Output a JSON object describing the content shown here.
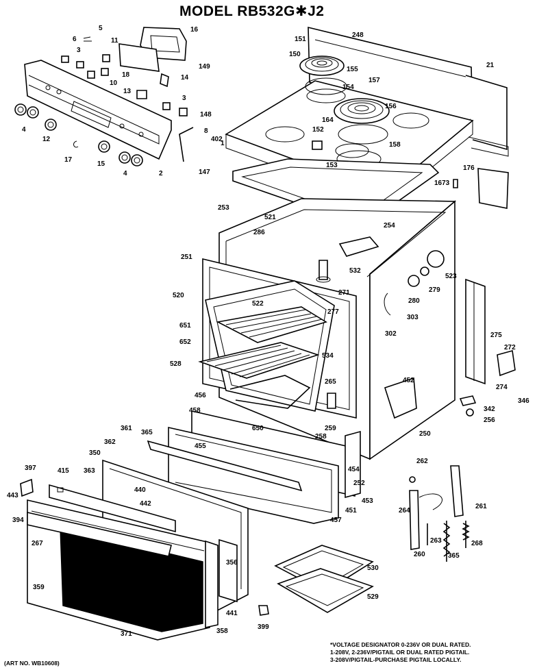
{
  "title": "MODEL RB532G✱J2",
  "footnote": [
    "*VOLTAGE DESIGNATOR 0-236V OR DUAL RATED.",
    "1-208V, 2-236V/PIGTAIL OR DUAL RATED PIGTAIL.",
    "3-208V/PIGTAIL-PURCHASE PIGTAIL LOCALLY."
  ],
  "art_number": "(ART NO. WB10608)",
  "part_labels": [
    "5",
    "6",
    "3",
    "11",
    "16",
    "18",
    "149",
    "10",
    "14",
    "13",
    "3",
    "148",
    "4",
    "12",
    "8",
    "402",
    "17",
    "15",
    "4",
    "2",
    "147",
    "151",
    "248",
    "150",
    "155",
    "157",
    "154",
    "21",
    "156",
    "164",
    "158",
    "152",
    "153",
    "1",
    "176",
    "1673",
    "253",
    "521",
    "286",
    "254",
    "251",
    "532",
    "523",
    "279",
    "280",
    "520",
    "522",
    "271",
    "277",
    "651",
    "652",
    "303",
    "302",
    "534",
    "275",
    "272",
    "528",
    "265",
    "452",
    "274",
    "346",
    "342",
    "256",
    "456",
    "458",
    "650",
    "259",
    "258",
    "250",
    "361",
    "362",
    "365",
    "455",
    "262",
    "350",
    "397",
    "415",
    "363",
    "440",
    "454",
    "252",
    "261",
    "442",
    "453",
    "451",
    "443",
    "394",
    "264",
    "263",
    "268",
    "457",
    "260",
    "267",
    "365",
    "356",
    "530",
    "529",
    "359",
    "441",
    "399",
    "371",
    "358"
  ]
}
